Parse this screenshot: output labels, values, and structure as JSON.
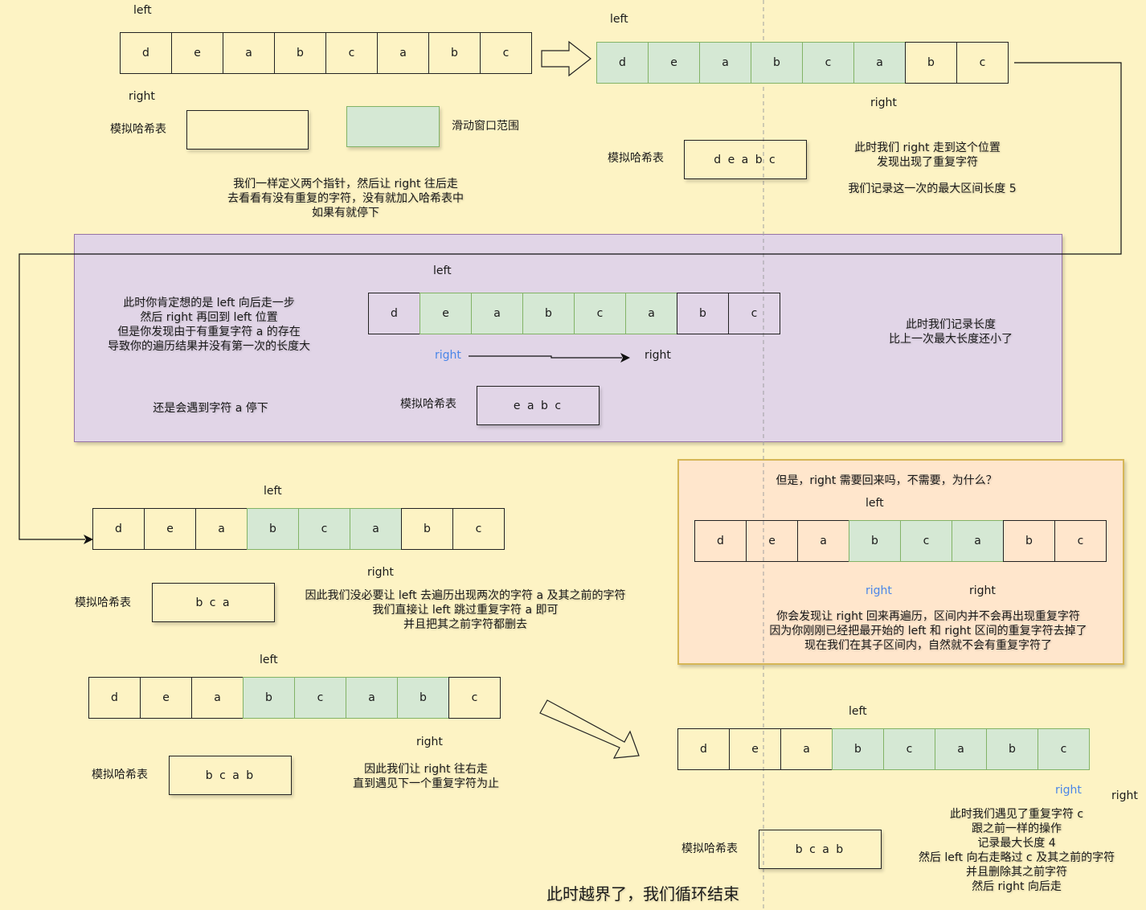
{
  "labels": {
    "left": "left",
    "right": "right",
    "hash": "模拟哈希表",
    "legend": "滑动窗口范围"
  },
  "chars": [
    "d",
    "e",
    "a",
    "b",
    "c",
    "a",
    "b",
    "c"
  ],
  "hash_values": {
    "s2": "d e a b c",
    "s3": "e a b c",
    "s4": "b c a",
    "s5": "b c a b",
    "s7": "b c a b"
  },
  "texts": {
    "t1": "我们一样定义两个指针，然后让 right 往后走\n去看看有没有重复的字符，没有就加入哈希表中\n如果有就停下",
    "t2a": "此时我们 right 走到这个位置\n发现出现了重复字符",
    "t2b": "我们记录这一次的最大区间长度 5",
    "t3a": "此时你肯定想的是 left 向后走一步\n然后 right 再回到 left 位置\n但是你发现由于有重复字符 a 的存在\n导致你的遍历结果并没有第一次的长度大",
    "t3b": "还是会遇到字符 a 停下",
    "t3c": "此时我们记录长度\n比上一次最大长度还小了",
    "t4": "因此我们没必要让 left 去遍历出现两次的字符 a 及其之前的字符\n我们直接让 left 跳过重复字符 a 即可\n并且把其之前字符都删去",
    "t6a": "但是，right 需要回来吗，不需要，为什么？",
    "t6b": "你会发现让 right 回来再遍历，区间内并不会再出现重复字符\n因为你刚刚已经把最开始的 left 和 right 区间的重复字符去掉了\n现在我们在其子区间内，自然就不会有重复字符了",
    "t5": "因此我们让 right 往右走\n直到遇见下一个重复字符为止",
    "t7": "此时我们遇见了重复字符 c\n跟之前一样的操作\n记录最大长度 4\n然后 left 向右走略过 c 及其之前的字符\n并且删除其之前字符\n然后 right 向后走",
    "end": "此时越界了，我们循环结束"
  },
  "colors": {
    "background": "#fdf3c4",
    "window": "#d5e8d4",
    "window_border": "#82b366",
    "purple_panel": "#e1d5e7",
    "orange_panel": "#ffe6cc",
    "accent_blue": "#4a86e8"
  }
}
